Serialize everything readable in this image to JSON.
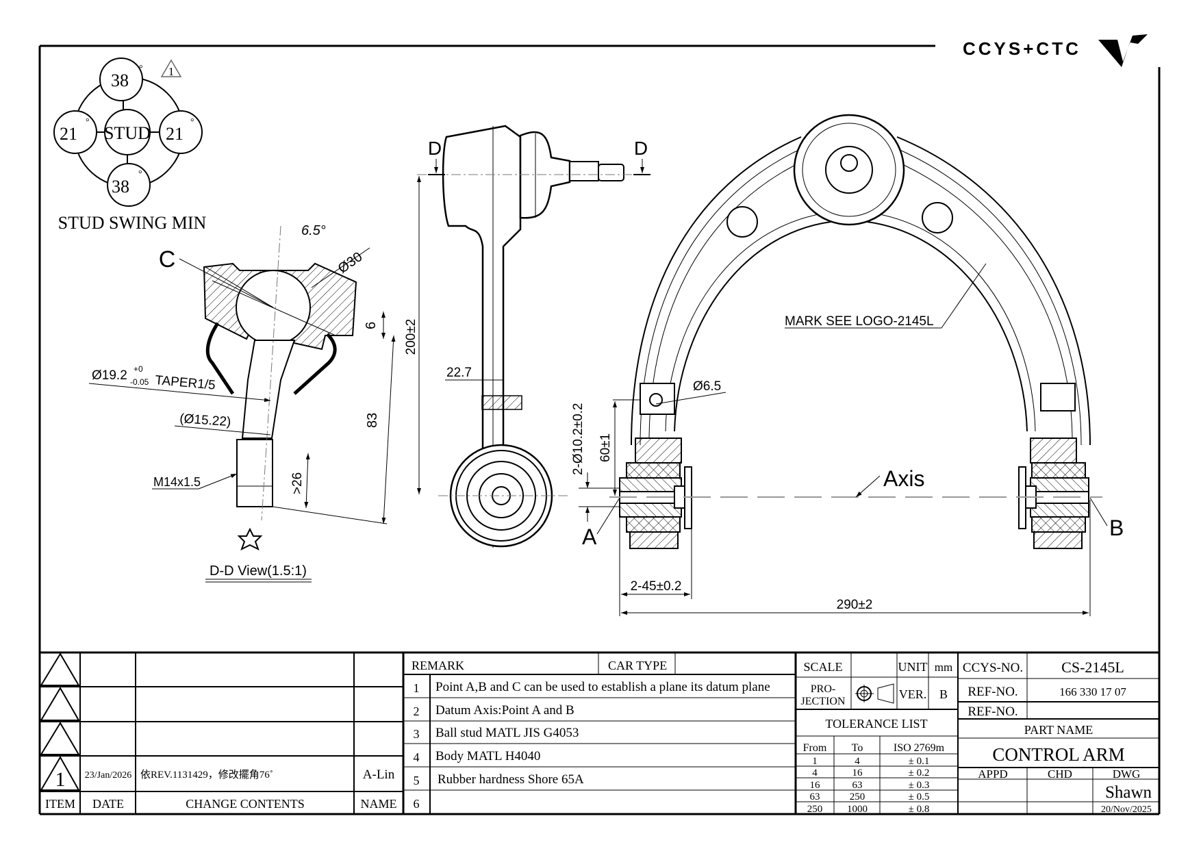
{
  "logo": {
    "text": "CCYS+CTC"
  },
  "stud_swing": {
    "top": "38",
    "bottom": "38",
    "left": "21",
    "right": "21",
    "center": "STUD",
    "degree": "°",
    "title": "STUD SWING MIN",
    "rev_marker": "1"
  },
  "section_view": {
    "datum_c": "C",
    "angle": "6.5°",
    "ball_dia": "Ø30",
    "dim_6": "6",
    "dim_83": "83",
    "taper_dia": "Ø19.2",
    "taper_tol_upper": "+0",
    "taper_tol_lower": "-0.05",
    "taper": "TAPER1/5",
    "neck_dia": "(Ø15.22)",
    "thread": "M14x1.5",
    "thread_len": ">26",
    "dd_view": "D-D View(1.5:1)"
  },
  "side_view": {
    "d_left": "D",
    "d_right": "D",
    "height": "200±2",
    "shaft": "22.7"
  },
  "top_view": {
    "mark": "MARK SEE LOGO-2145L",
    "hole": "Ø6.5",
    "bush_dia": "2-Ø10.2±0.2",
    "offset": "60±1",
    "axis": "Axis",
    "datum_a": "A",
    "datum_b": "B",
    "bush_len": "2-45±0.2",
    "span": "290±2"
  },
  "revisions": {
    "headers": {
      "item": "ITEM",
      "date": "DATE",
      "change": "CHANGE CONTENTS",
      "name": "NAME"
    },
    "rows": [
      {
        "item": "",
        "date": "",
        "change": "",
        "name": ""
      },
      {
        "item": "",
        "date": "",
        "change": "",
        "name": ""
      },
      {
        "item": "",
        "date": "",
        "change": "",
        "name": ""
      },
      {
        "item": "1",
        "date": "23/Jan/2026",
        "change": "依REV.1131429，修改擺角76˚",
        "name": "A-Lin"
      }
    ]
  },
  "remarks": {
    "header": "REMARK",
    "car_type_label": "CAR TYPE",
    "car_type": "",
    "items": [
      {
        "no": "1",
        "text": "Point A,B and C can be used to establish a plane its datum plane"
      },
      {
        "no": "2",
        "text": "Datum Axis:Point A and B"
      },
      {
        "no": "3",
        "text": "Ball stud MATL JIS G4053"
      },
      {
        "no": "4",
        "text": "Body MATL H4040"
      },
      {
        "no": "5",
        "text": "Rubber hardness Shore  65A"
      },
      {
        "no": "6",
        "text": ""
      }
    ]
  },
  "title_block": {
    "scale_label": "SCALE",
    "scale": "",
    "unit_label": "UNIT",
    "unit": "mm",
    "projection_label_1": "PRO-",
    "projection_label_2": "JECTION",
    "ver_label": "VER.",
    "ver": "B",
    "tolerance_title": "TOLERANCE LIST",
    "tolerance_headers": {
      "from": "From",
      "to": "To",
      "std": "ISO 2769m"
    },
    "tolerance_rows": [
      {
        "from": "1",
        "to": "4",
        "tol": "± 0.1"
      },
      {
        "from": "4",
        "to": "16",
        "tol": "± 0.2"
      },
      {
        "from": "16",
        "to": "63",
        "tol": "± 0.3"
      },
      {
        "from": "63",
        "to": "250",
        "tol": "± 0.5"
      },
      {
        "from": "250",
        "to": "1000",
        "tol": "± 0.8"
      }
    ],
    "ccys_no_label": "CCYS-NO.",
    "ccys_no": "CS-2145L",
    "ref_no_label": "REF-NO.",
    "ref_no": "166 330 17 07",
    "ref_no2_label": "REF-NO.",
    "ref_no2": "",
    "part_name_label": "PART NAME",
    "part_name": "CONTROL ARM",
    "appd_label": "APPD",
    "chd_label": "CHD",
    "dwg_label": "DWG",
    "appd": "",
    "chd": "",
    "dwg": "Shawn",
    "date": "20/Nov/2025"
  }
}
